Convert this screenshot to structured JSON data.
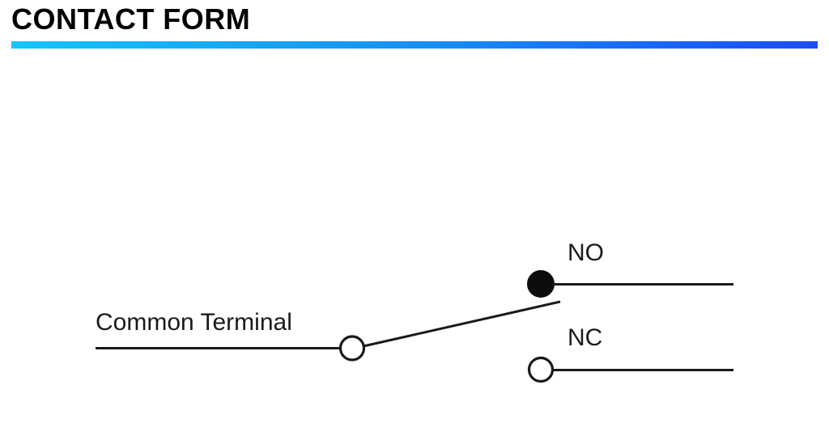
{
  "slide": {
    "title": "CONTACT FORM",
    "accent_gradient_start": "#15c5fc",
    "accent_gradient_mid": "#1590fb",
    "accent_gradient_end": "#1a4dfa",
    "background": "#ffffff",
    "line_color": "#1a1a1a"
  },
  "diagram": {
    "type": "spdt-switch-contact-form",
    "labels": {
      "common": "Common Terminal",
      "normally_open": "NO",
      "normally_closed": "NC"
    },
    "terminals": [
      {
        "name": "common",
        "label": "Common Terminal",
        "marker": "hollow-circle",
        "state": "pivot"
      },
      {
        "name": "normally-open",
        "label": "NO",
        "marker": "filled-circle",
        "state": "closed"
      },
      {
        "name": "normally-closed",
        "label": "NC",
        "marker": "hollow-circle",
        "state": "open"
      }
    ]
  }
}
